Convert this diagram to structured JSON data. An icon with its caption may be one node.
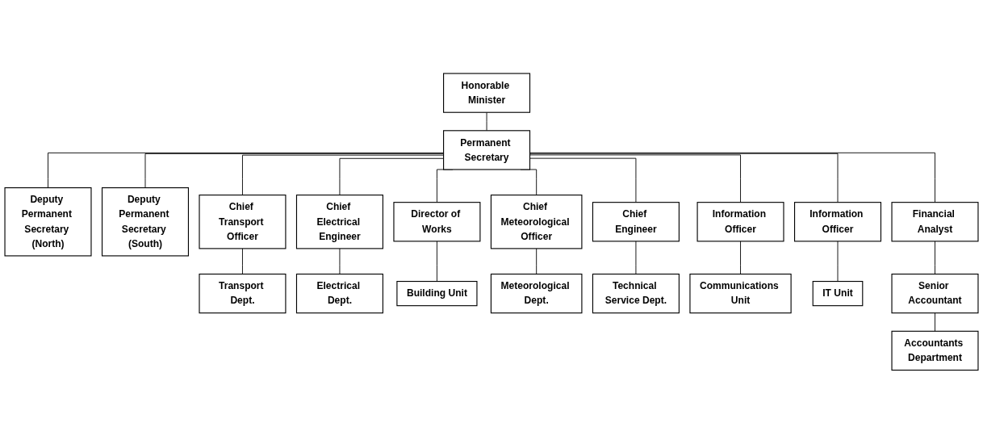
{
  "diagram": {
    "nodes": [
      {
        "text": [
          "Honorable Minister"
        ]
      },
      {
        "text": [
          "Permanent Secretary"
        ]
      },
      {
        "text": [
          "Deputy Permanent Secretary (North)"
        ]
      },
      {
        "text": [
          "Deputy Permanent Secretary (South)"
        ]
      },
      {
        "text": [
          "Chief Transport Officer"
        ]
      },
      {
        "text": [
          "Chief Electrical Engineer"
        ]
      },
      {
        "text": [
          "Director of Works"
        ]
      },
      {
        "text": [
          "Chief Meteorological Officer"
        ]
      },
      {
        "text": [
          "Chief Engineer"
        ]
      },
      {
        "text": [
          "Information Officer"
        ]
      },
      {
        "text": [
          "Information Officer"
        ]
      },
      {
        "text": [
          "Financial Analyst"
        ]
      },
      {
        "text": [
          "Transport Dept."
        ]
      },
      {
        "text": [
          "Electrical Dept."
        ]
      },
      {
        "text": [
          "Building Unit"
        ]
      },
      {
        "text": [
          "Meteorological Dept."
        ]
      },
      {
        "text": [
          "Technical Service Dept."
        ]
      },
      {
        "text": [
          "Communications Unit"
        ]
      },
      {
        "text": [
          "IT Unit"
        ]
      },
      {
        "text": [
          "Senior Accountant"
        ]
      },
      {
        "text": [
          "Accountants Department"
        ]
      }
    ],
    "edges": [
      {
        "from": 0,
        "to": 1,
        "arrow": "none"
      },
      {
        "from": 1,
        "to": 2,
        "arrow": "none"
      },
      {
        "from": 1,
        "to": 3,
        "arrow": "none"
      },
      {
        "from": 1,
        "to": 4,
        "arrow": "none"
      },
      {
        "from": 1,
        "to": 5,
        "arrow": "none"
      },
      {
        "from": 1,
        "to": 6,
        "arrow": "none"
      },
      {
        "from": 1,
        "to": 7,
        "arrow": "none"
      },
      {
        "from": 1,
        "to": 8,
        "arrow": "none"
      },
      {
        "from": 1,
        "to": 9,
        "arrow": "none"
      },
      {
        "from": 1,
        "to": 10,
        "arrow": "none"
      },
      {
        "from": 1,
        "to": 11,
        "arrow": "none"
      },
      {
        "from": 4,
        "to": 12,
        "arrow": "none"
      },
      {
        "from": 5,
        "to": 13,
        "arrow": "none"
      },
      {
        "from": 6,
        "to": 14,
        "arrow": "none"
      },
      {
        "from": 7,
        "to": 15,
        "arrow": "none"
      },
      {
        "from": 8,
        "to": 16,
        "arrow": "none"
      },
      {
        "from": 9,
        "to": 17,
        "arrow": "none"
      },
      {
        "from": 10,
        "to": 18,
        "arrow": "none"
      },
      {
        "from": 11,
        "to": 19,
        "arrow": "none"
      },
      {
        "from": 19,
        "to": 20,
        "arrow": "none"
      }
    ]
  }
}
